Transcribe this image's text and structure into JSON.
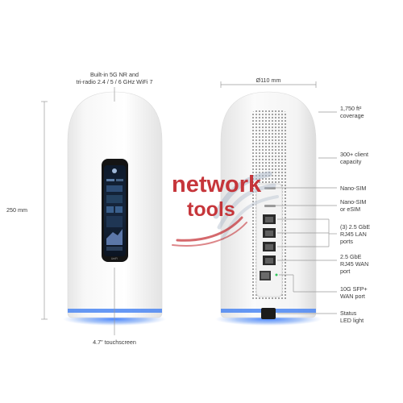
{
  "watermark": {
    "line1": "network",
    "line2": "tools"
  },
  "front": {
    "top_label_line1": "Built-in 5G NR and",
    "top_label_line2": "tri-radio 2.4 / 5 / 6 GHz WiFi 7",
    "height_label": "250 mm",
    "bottom_label": "4.7\" touchscreen",
    "screen_logo": "UniFi"
  },
  "back": {
    "width_label": "Ø110 mm",
    "callouts": [
      {
        "lines": [
          "1,750 ft²",
          "coverage"
        ]
      },
      {
        "lines": [
          "300+ client",
          "capacity"
        ]
      },
      {
        "lines": [
          "Nano-SIM"
        ]
      },
      {
        "lines": [
          "Nano-SIM",
          "or eSIM"
        ]
      },
      {
        "lines": [
          "(3) 2.5 GbE",
          "RJ45 LAN",
          "ports"
        ]
      },
      {
        "lines": [
          "2.5 GbE",
          "RJ45 WAN",
          "port"
        ]
      },
      {
        "lines": [
          "10G SFP+",
          "WAN port"
        ]
      },
      {
        "lines": [
          "Status",
          "LED light"
        ]
      }
    ]
  },
  "colors": {
    "body": "#f4f4f4",
    "glow": "#2f6fe8",
    "watermark_red": "#c2262b",
    "line": "#9a9a9a"
  }
}
